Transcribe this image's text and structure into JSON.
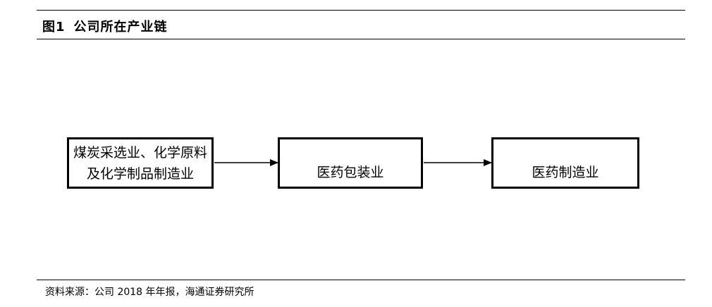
{
  "figure": {
    "number": "图1",
    "title": "公司所在产业链"
  },
  "chain": [
    {
      "label": "煤炭采选业、化学原料及化学制品制造业"
    },
    {
      "label": "医药包装业"
    },
    {
      "label": "医药制造业"
    }
  ],
  "source": "资料来源：公司 2018 年年报，海通证券研究所"
}
